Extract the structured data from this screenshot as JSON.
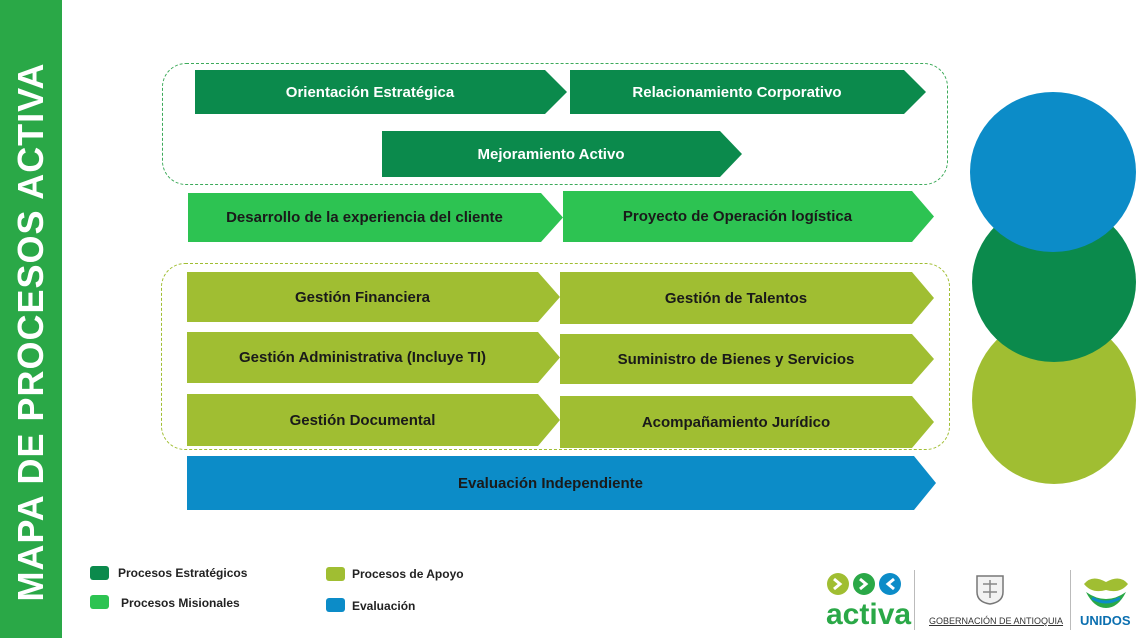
{
  "sidebar": {
    "title": "MAPA DE PROCESOS ACTIVA"
  },
  "colors": {
    "estrategico": "#0b8a4c",
    "misional": "#2aa847",
    "apoyo": "#a0be32",
    "evaluacion": "#0c8cc8"
  },
  "processes": {
    "orientacion": "Orientación Estratégica",
    "relacionamiento": "Relacionamiento Corporativo",
    "mejoramiento": "Mejoramiento Activo",
    "desarrollo": "Desarrollo de la experiencia del cliente",
    "proyecto": "Proyecto de Operación logística",
    "financiera": "Gestión Financiera",
    "talentos": "Gestión de Talentos",
    "administrativa": "Gestión Administrativa (Incluye TI)",
    "suministro": "Suministro de Bienes y Servicios",
    "documental": "Gestión Documental",
    "juridico": "Acompañamiento Jurídico",
    "evaluacion": "Evaluación Independiente"
  },
  "legend": {
    "estrategicos": "Procesos Estratégicos",
    "misionales": "Procesos Misionales",
    "apoyo": "Procesos de Apoyo",
    "evaluacion": "Evaluación"
  },
  "logos": {
    "activa": "activa",
    "gobernacion": "GOBERNACIÓN DE ANTIOQUIA",
    "unidos": "UNIDOS"
  }
}
